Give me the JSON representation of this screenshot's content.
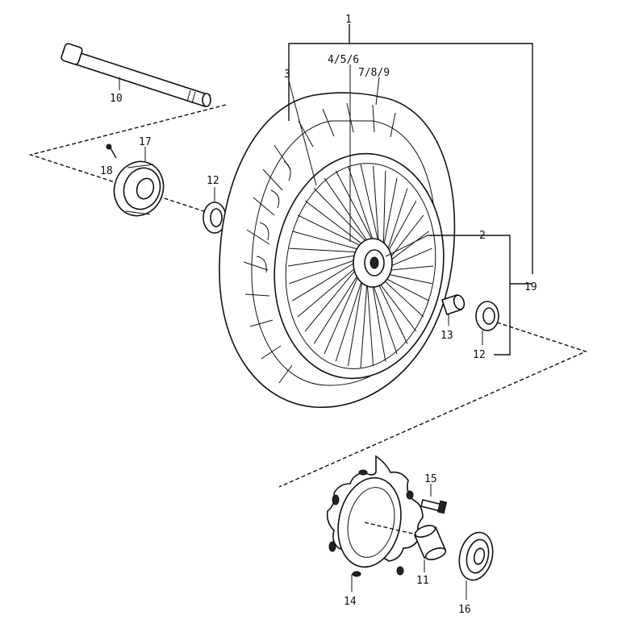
{
  "labels": {
    "p1": "1",
    "p3": "3",
    "p456": "4/5/6",
    "p789": "7/8/9",
    "p10": "10",
    "p17": "17",
    "p18": "18",
    "p12a": "12",
    "p2": "2",
    "p19": "19",
    "p13": "13",
    "p12b": "12",
    "p15": "15",
    "p11": "11",
    "p14": "14",
    "p16": "16"
  }
}
